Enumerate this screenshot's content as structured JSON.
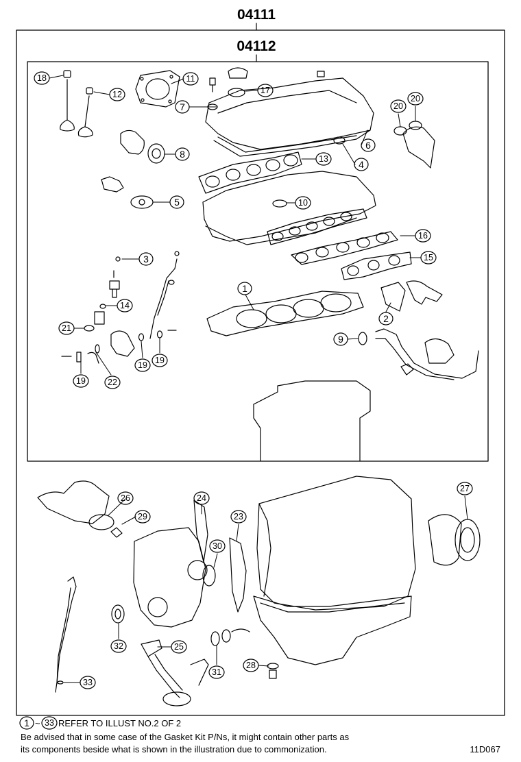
{
  "diagram": {
    "kit_outer": "04111",
    "kit_inner": "04112",
    "figure_id": "11D067",
    "footnote": {
      "range_start": "1",
      "range_sep": "~",
      "range_end": "33",
      "range_text": "REFER TO ILLUST NO.2 OF 2",
      "advisory_line1": "Be advised that in some case of the Gasket Kit P/Ns,  it might contain other parts as",
      "advisory_line2": "its components beside what is shown in the illustration due to commonization."
    },
    "callouts": [
      "1",
      "2",
      "3",
      "4",
      "5",
      "6",
      "7",
      "8",
      "9",
      "10",
      "11",
      "12",
      "13",
      "14",
      "15",
      "16",
      "17",
      "18",
      "19",
      "19",
      "19",
      "20",
      "20",
      "21",
      "22",
      "23",
      "24",
      "25",
      "26",
      "27",
      "28",
      "29",
      "30",
      "31",
      "32",
      "33"
    ]
  }
}
